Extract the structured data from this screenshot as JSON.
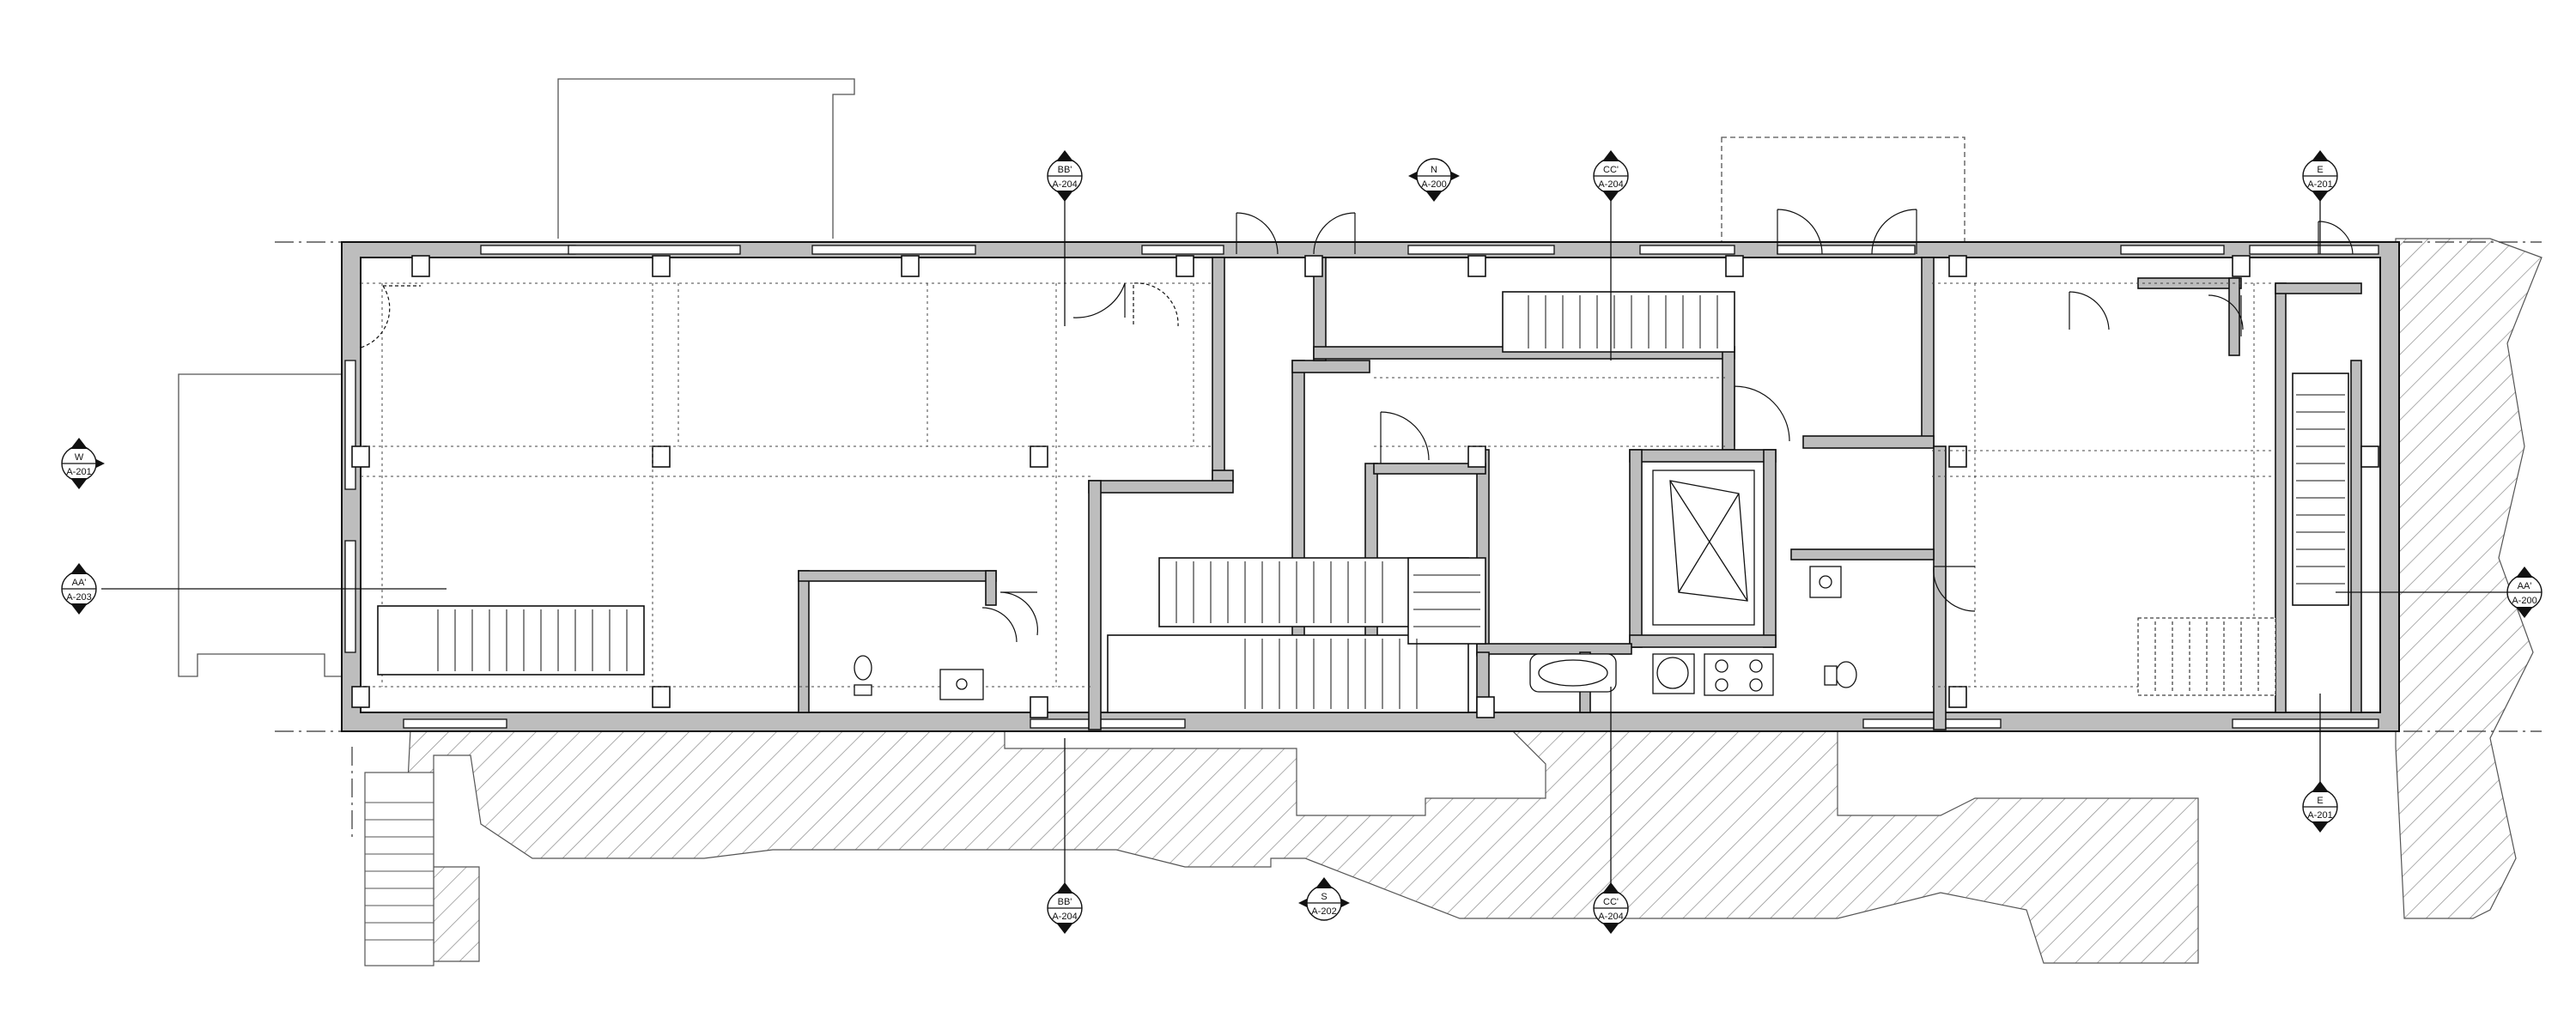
{
  "drawing": {
    "type": "floor-plan",
    "colors": {
      "line": "#111111",
      "wall_fill": "#bdbdbd",
      "hatch": "#8a8a8a",
      "background": "#ffffff"
    }
  },
  "section_markers": {
    "bb_top": {
      "id": "BB'",
      "sheet": "A-204"
    },
    "n_top": {
      "id": "N",
      "sheet": "A-200"
    },
    "cc_top": {
      "id": "CC'",
      "sheet": "A-204"
    },
    "e_top": {
      "id": "E",
      "sheet": "A-201"
    },
    "w_left": {
      "id": "W",
      "sheet": "A-201"
    },
    "aa_left": {
      "id": "AA'",
      "sheet": "A-203"
    },
    "aa_right": {
      "id": "AA'",
      "sheet": "A-200"
    },
    "e_bottom": {
      "id": "E",
      "sheet": "A-201"
    },
    "bb_bottom": {
      "id": "BB'",
      "sheet": "A-204"
    },
    "s_bottom": {
      "id": "S",
      "sheet": "A-202"
    },
    "cc_bottom": {
      "id": "CC'",
      "sheet": "A-204"
    }
  }
}
